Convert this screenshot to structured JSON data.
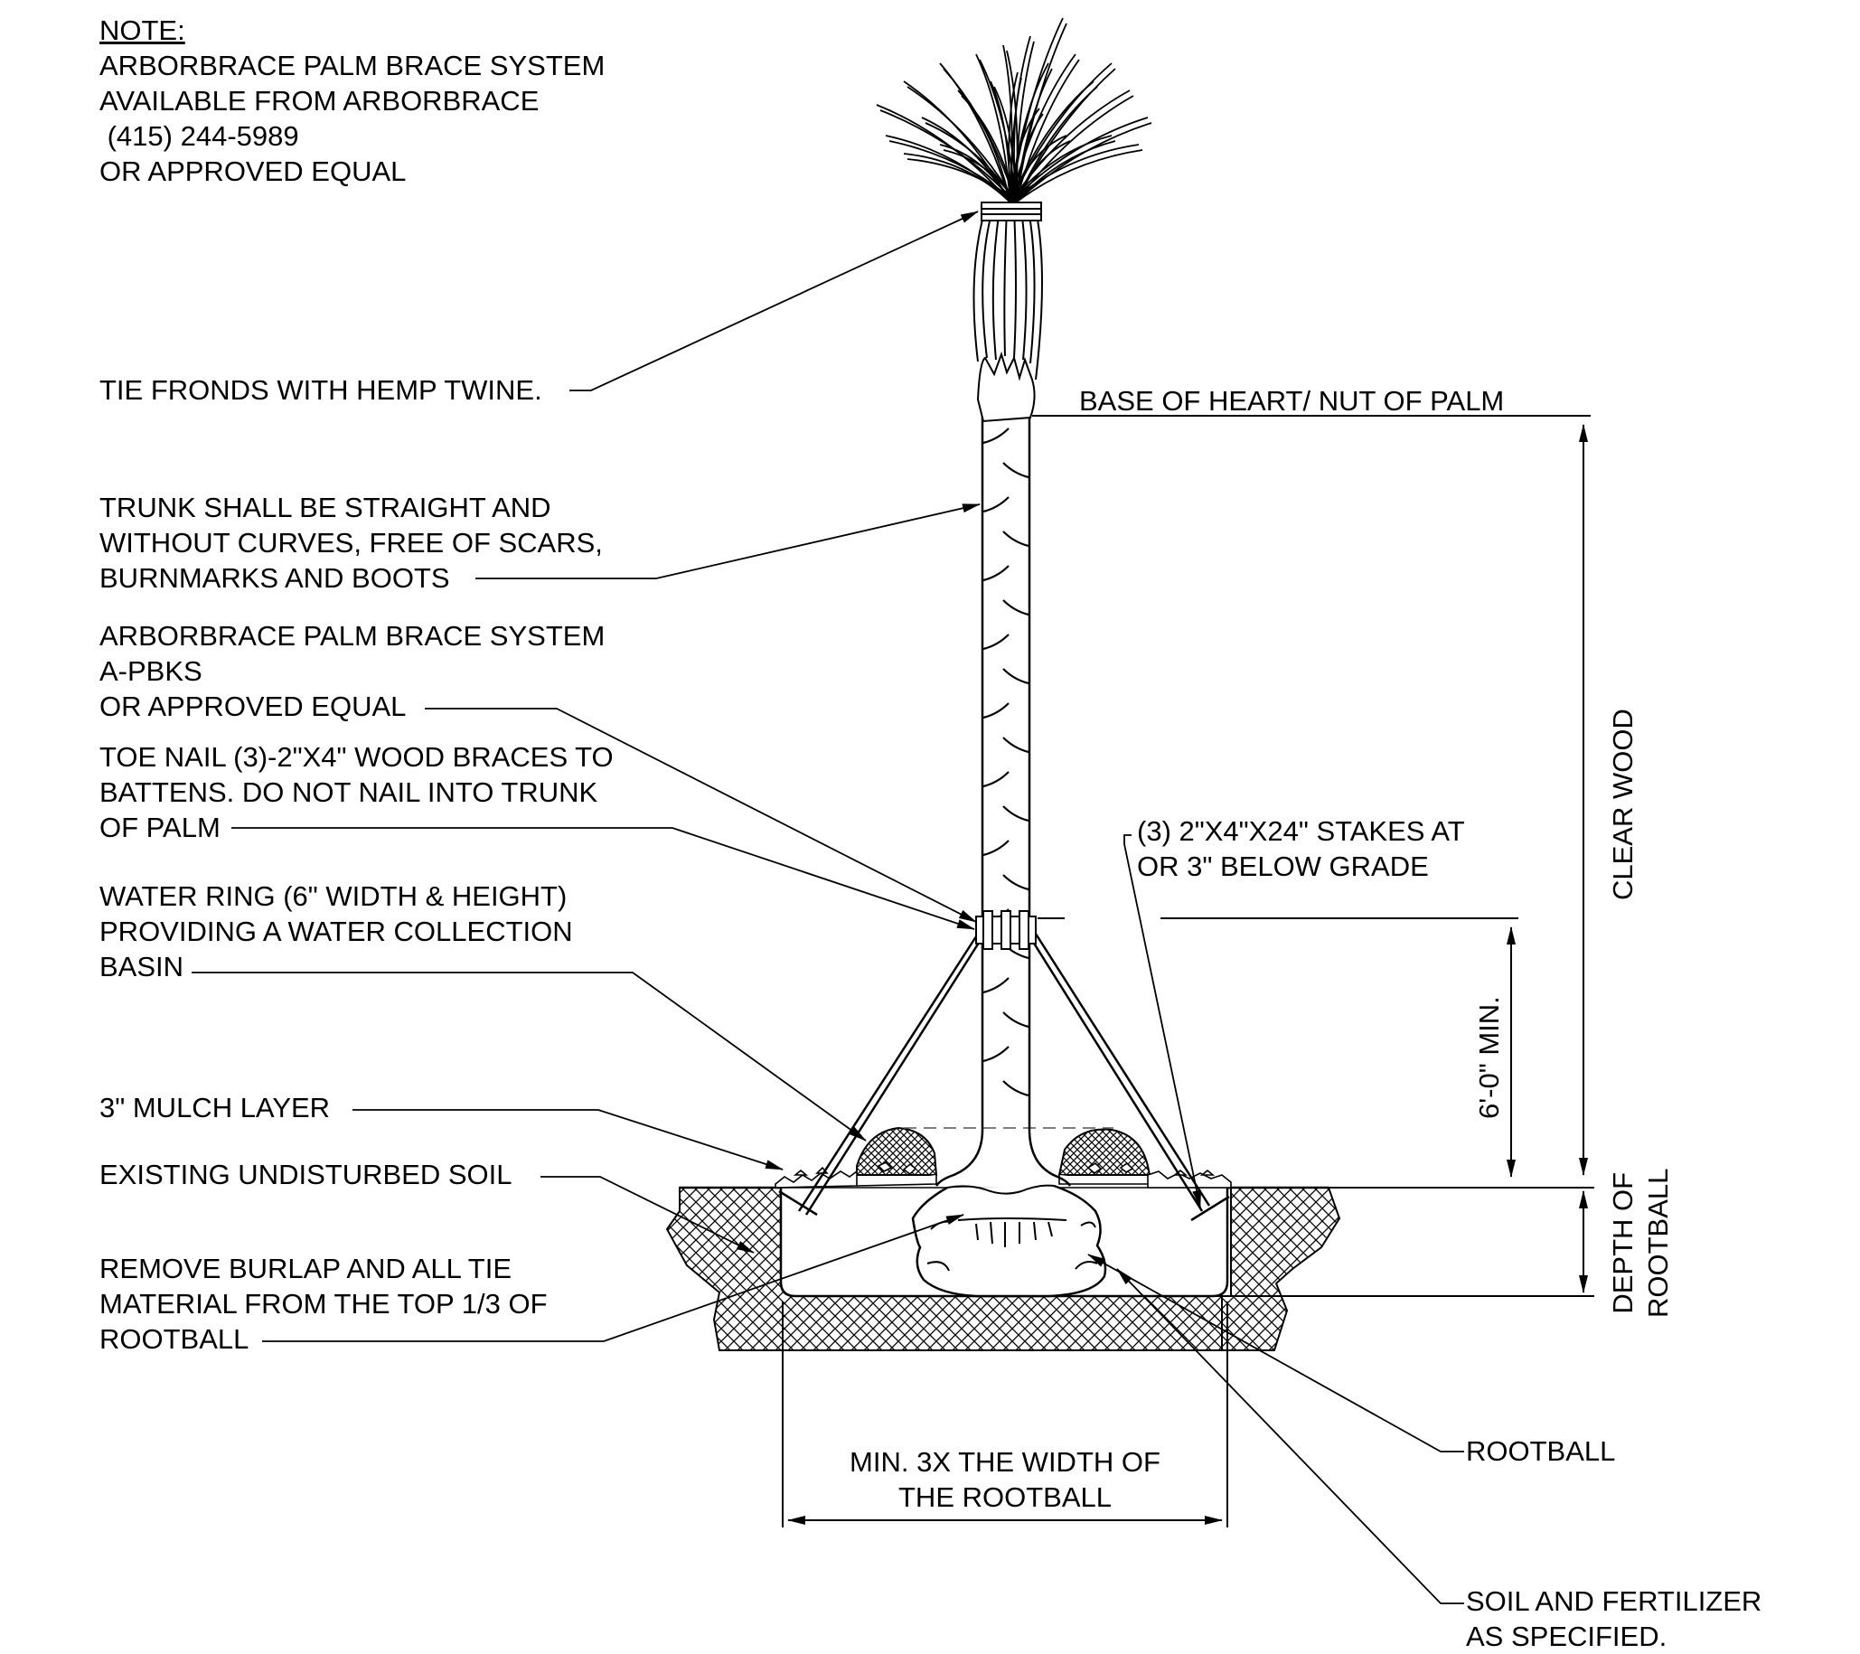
{
  "note": {
    "heading": "NOTE:",
    "lines": [
      "ARBORBRACE PALM BRACE SYSTEM",
      "AVAILABLE FROM ARBORBRACE",
      " (415) 244-5989",
      "OR APPROVED EQUAL"
    ]
  },
  "callouts": {
    "tie_fronds": "TIE FRONDS WITH HEMP TWINE.",
    "trunk": [
      "TRUNK SHALL BE STRAIGHT AND",
      "WITHOUT CURVES, FREE OF SCARS,",
      "BURNMARKS AND BOOTS"
    ],
    "brace_system": [
      "ARBORBRACE PALM BRACE SYSTEM",
      "A-PBKS",
      "OR APPROVED EQUAL"
    ],
    "toe_nail": [
      "TOE NAIL (3)-2\"X4\" WOOD BRACES TO",
      "BATTENS. DO NOT NAIL INTO TRUNK",
      "OF PALM"
    ],
    "water_ring": [
      "WATER RING (6\" WIDTH & HEIGHT)",
      "PROVIDING A WATER COLLECTION",
      "BASIN"
    ],
    "mulch": "3\" MULCH LAYER",
    "existing_soil": "EXISTING UNDISTURBED SOIL",
    "burlap": [
      "REMOVE BURLAP AND ALL TIE",
      "MATERIAL FROM THE TOP 1/3 OF",
      "ROOTBALL"
    ],
    "base_of_heart": "BASE OF HEART/ NUT OF PALM",
    "stakes": [
      "(3) 2\"X4\"X24\" STAKES AT",
      "OR 3\" BELOW GRADE"
    ],
    "rootball": "ROOTBALL",
    "soil_fertilizer": [
      "SOIL AND FERTILIZER",
      "AS SPECIFIED."
    ]
  },
  "dimensions": {
    "clear_wood": "CLEAR WOOD",
    "six_ft_min": "6'-0\" MIN.",
    "depth_of_rootball": [
      "DEPTH OF",
      "ROOTBALL"
    ],
    "pit_width": [
      "MIN. 3X THE WIDTH OF",
      "THE ROOTBALL"
    ]
  },
  "colors": {
    "ink": "#000000",
    "background": "#ffffff",
    "hidden_line": "#555555"
  }
}
